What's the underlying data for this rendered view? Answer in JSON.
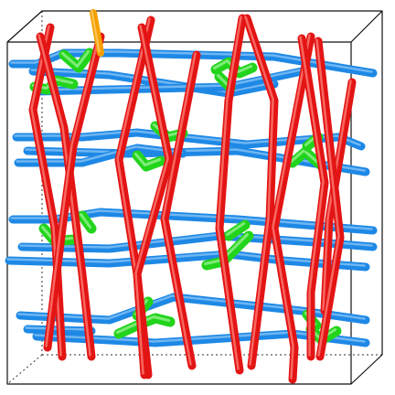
{
  "scene": {
    "description_visible_text": "",
    "colors": {
      "background": "#ffffff",
      "box_edge": "#111111",
      "box_hidden_edge": "#333333",
      "blue_rod": "#1e88e5",
      "blue_highlight": "#90caf9",
      "red_rod": "#e31414",
      "red_highlight": "#ff8a80",
      "green_node": "#22d41c",
      "green_highlight": "#a5f59e",
      "orange_rod": "#f5a000"
    },
    "icons": [
      "wireframe-box",
      "blue-rods",
      "red-rods",
      "green-nodes",
      "orange-rod"
    ]
  }
}
